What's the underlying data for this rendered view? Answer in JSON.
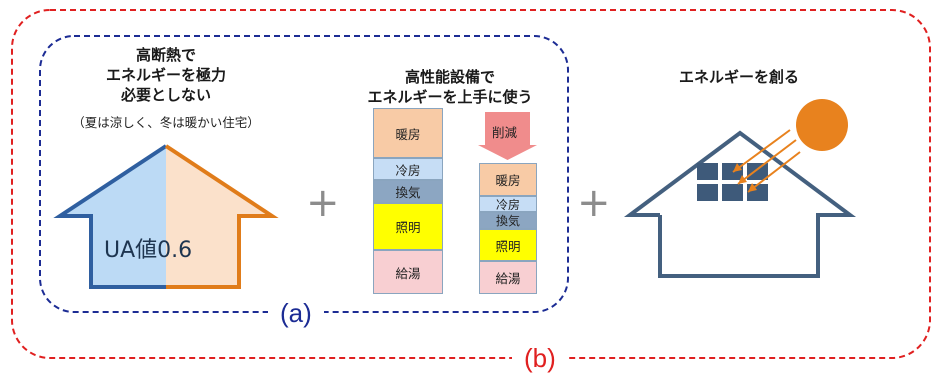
{
  "insulation": {
    "title_lines": [
      "高断熱で",
      "エネルギーを極力",
      "必要としない"
    ],
    "subtitle": "（夏は涼しく、冬は暖かい住宅）",
    "ua_label": "UA値0.6"
  },
  "equipment": {
    "title_lines": [
      "高性能設備で",
      "エネルギーを上手に使う"
    ],
    "reduction_label": "削減",
    "before": [
      "暖房",
      "冷房",
      "換気",
      "照明",
      "給湯"
    ],
    "after": [
      "暖房",
      "冷房",
      "換気",
      "照明",
      "給湯"
    ]
  },
  "solar": {
    "title": "エネルギーを創る"
  },
  "plus_sign": "+",
  "labels": {
    "a": "(a)",
    "b": "(b)"
  },
  "colors": {
    "heating": "#f8cba6",
    "cooling": "#c6ddf5",
    "ventilation": "#8ca6c2",
    "lighting": "#ffff00",
    "hot_water": "#f8cfd2",
    "reduction_arrow": "#f08c8c",
    "house_left_fill": "#bcdaf5",
    "house_right_fill": "#fbe1cb",
    "house_left_stroke": "#2f5fa0",
    "house_right_stroke": "#e07c1a",
    "sun": "#e8821e",
    "frame_a": "#1c2c94",
    "frame_b": "#e02020"
  }
}
